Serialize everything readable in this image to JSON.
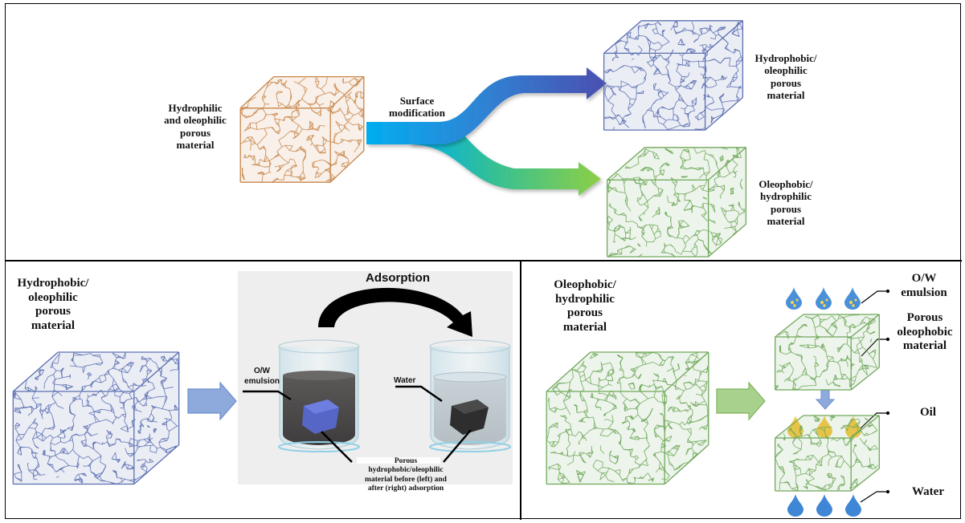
{
  "top_panel": {
    "source_material": [
      "Hydrophilic",
      "and oleophilic",
      "porous",
      "material"
    ],
    "process_label": [
      "Surface",
      "modification"
    ],
    "output_upper": [
      "Hydrophobic/",
      "oleophilic",
      "porous",
      "material"
    ],
    "output_lower": [
      "Oleophobic/",
      "hydrophilic",
      "porous",
      "material"
    ]
  },
  "bottom_left": {
    "material_label": [
      "Hydrophobic/",
      "oleophilic",
      "porous",
      "material"
    ],
    "process_title": "Adsorption",
    "beaker_left_label": [
      "O/W",
      "emulsion"
    ],
    "beaker_right_label": "Water",
    "caption": [
      "Porous",
      "hydrophobic/oleophilic",
      "material before (left) and",
      "after (right) adsorption"
    ]
  },
  "bottom_right": {
    "material_label": [
      "Oleophobic/",
      "hydrophilic",
      "porous",
      "material"
    ],
    "emulsion_label": [
      "O/W",
      "emulsion"
    ],
    "filter_label": [
      "Porous",
      "oleophobic",
      "material"
    ],
    "oil_label": "Oil",
    "water_label": "Water"
  },
  "colors": {
    "orange_mesh": "#c8864a",
    "blue_mesh": "#5b6fb0",
    "green_mesh": "#6fa85a",
    "arrow_cyan": "#00aeef",
    "arrow_indigo": "#4b4fb0",
    "arrow_green": "#8dcf45",
    "block_arrow_blue": "#8ea9db",
    "block_arrow_green": "#a9d18e",
    "droplet_blue": "#4a90d9",
    "droplet_oil": "#f7c948"
  }
}
